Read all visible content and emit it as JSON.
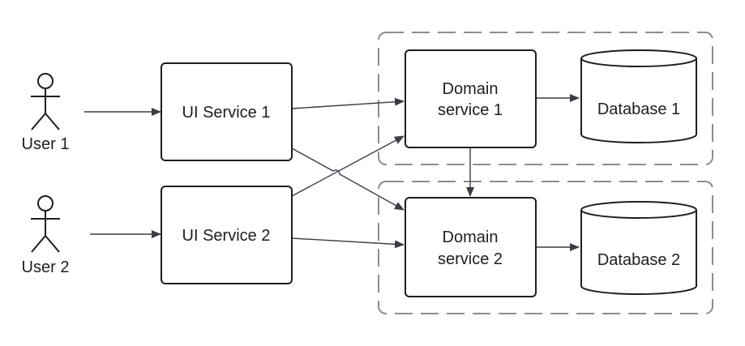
{
  "diagram": {
    "actors": [
      {
        "id": "user1",
        "label": "User 1"
      },
      {
        "id": "user2",
        "label": "User 2"
      }
    ],
    "ui_services": [
      {
        "id": "ui1",
        "label": "UI Service 1"
      },
      {
        "id": "ui2",
        "label": "UI Service 2"
      }
    ],
    "domain_services": [
      {
        "id": "ds1",
        "label_line1": "Domain",
        "label_line2": "service 1"
      },
      {
        "id": "ds2",
        "label_line1": "Domain",
        "label_line2": "service 2"
      }
    ],
    "databases": [
      {
        "id": "db1",
        "label": "Database 1"
      },
      {
        "id": "db2",
        "label": "Database 2"
      }
    ],
    "edges": [
      {
        "from": "user1",
        "to": "ui1"
      },
      {
        "from": "user2",
        "to": "ui2"
      },
      {
        "from": "ui1",
        "to": "ds1"
      },
      {
        "from": "ui1",
        "to": "ds2"
      },
      {
        "from": "ui2",
        "to": "ds1"
      },
      {
        "from": "ui2",
        "to": "ds2"
      },
      {
        "from": "ds1",
        "to": "db1"
      },
      {
        "from": "ds2",
        "to": "db2"
      },
      {
        "from": "ds1",
        "to": "ds2"
      }
    ],
    "colors": {
      "stroke": "#1e1e1e",
      "group_border": "#8a8d93",
      "edge": "#3a3d45",
      "background": "#ffffff"
    }
  }
}
